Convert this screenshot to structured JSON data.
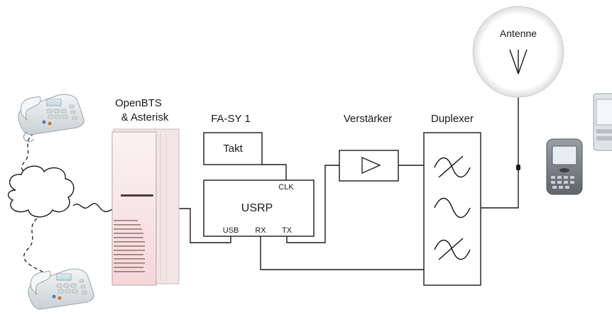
{
  "labels": {
    "openbts_line1": "OpenBTS",
    "openbts_line2": "& Asterisk",
    "fasy": "FA-SY 1",
    "takt": "Takt",
    "usrp": "USRP",
    "clk": "CLK",
    "usb": "USB",
    "rx": "RX",
    "tx": "TX",
    "verstaerker": "Verstärker",
    "duplexer": "Duplexer",
    "antenne": "Antenne"
  },
  "colors": {
    "line": "#1a1a1a",
    "server_tint": "#f6dcdc",
    "cloud_fill": "#ffffff",
    "phone_body": "#e9eef0",
    "phone_screen": "#bfe6ee"
  },
  "icons": [
    "desk-phone-icon",
    "network-cloud-icon",
    "server-rack-icon",
    "antenna-icon",
    "amplifier-icon",
    "filter-icon",
    "mobile-phone-icon",
    "pda-icon"
  ]
}
